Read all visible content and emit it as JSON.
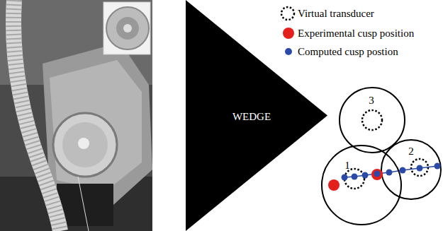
{
  "diagram": {
    "nodes": [
      {
        "text": [
          "WEDGE"
        ]
      },
      {
        "text": [
          "3"
        ]
      },
      {
        "text": [
          "1"
        ]
      },
      {
        "text": [
          "2"
        ]
      }
    ],
    "legend": [
      {
        "text": "Virtual transducer"
      },
      {
        "text": "Experimental cusp position",
        "color": "#e3201b"
      },
      {
        "text": "Computed cusp postion",
        "color": "#2b4aa8"
      }
    ]
  }
}
